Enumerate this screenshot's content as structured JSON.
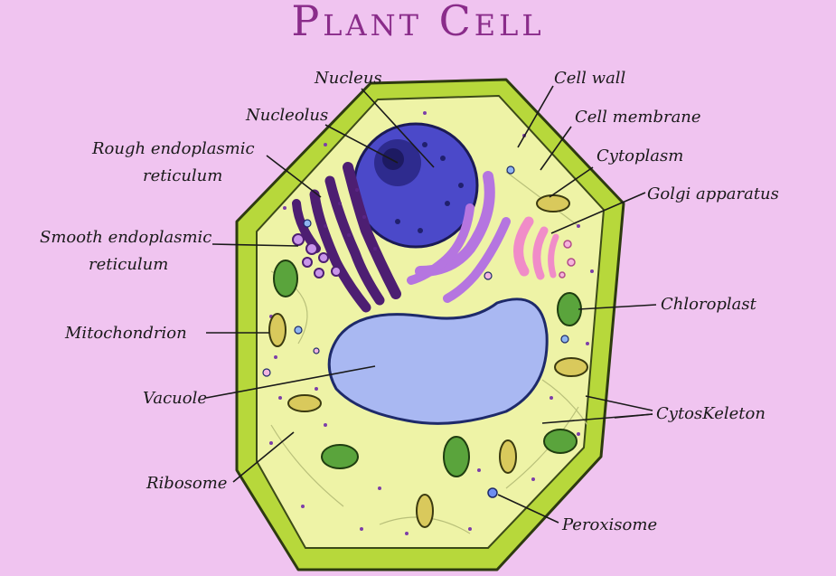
{
  "title": "Plant Cell",
  "colors": {
    "background": "#f0c4f0",
    "title": "#8a2c8a",
    "cell_wall": "#b7d83b",
    "cytoplasm": "#eef3a6",
    "nucleus": "#4b49c9",
    "vacuole": "#a9b8f2",
    "er": "#b575e0",
    "golgi": "#f08cc8",
    "chloroplast": "#5aa43c"
  },
  "labels": {
    "nucleus": "Nucleus",
    "nucleolus": "Nucleolus",
    "rough_er": [
      "Rough endoplasmic",
      "reticulum"
    ],
    "smooth_er": [
      "Smooth endoplasmic",
      "reticulum"
    ],
    "mitochondrion": "Mitochondrion",
    "vacuole": "Vacuole",
    "ribosome": "Ribosome",
    "cell_wall": "Cell wall",
    "cell_membrane": "Cell membrane",
    "cytoplasm": "Cytoplasm",
    "golgi": "Golgi apparatus",
    "chloroplast": "Chloroplast",
    "cytoskeleton": "CytosKeleton",
    "peroxisome": "Peroxisome"
  }
}
